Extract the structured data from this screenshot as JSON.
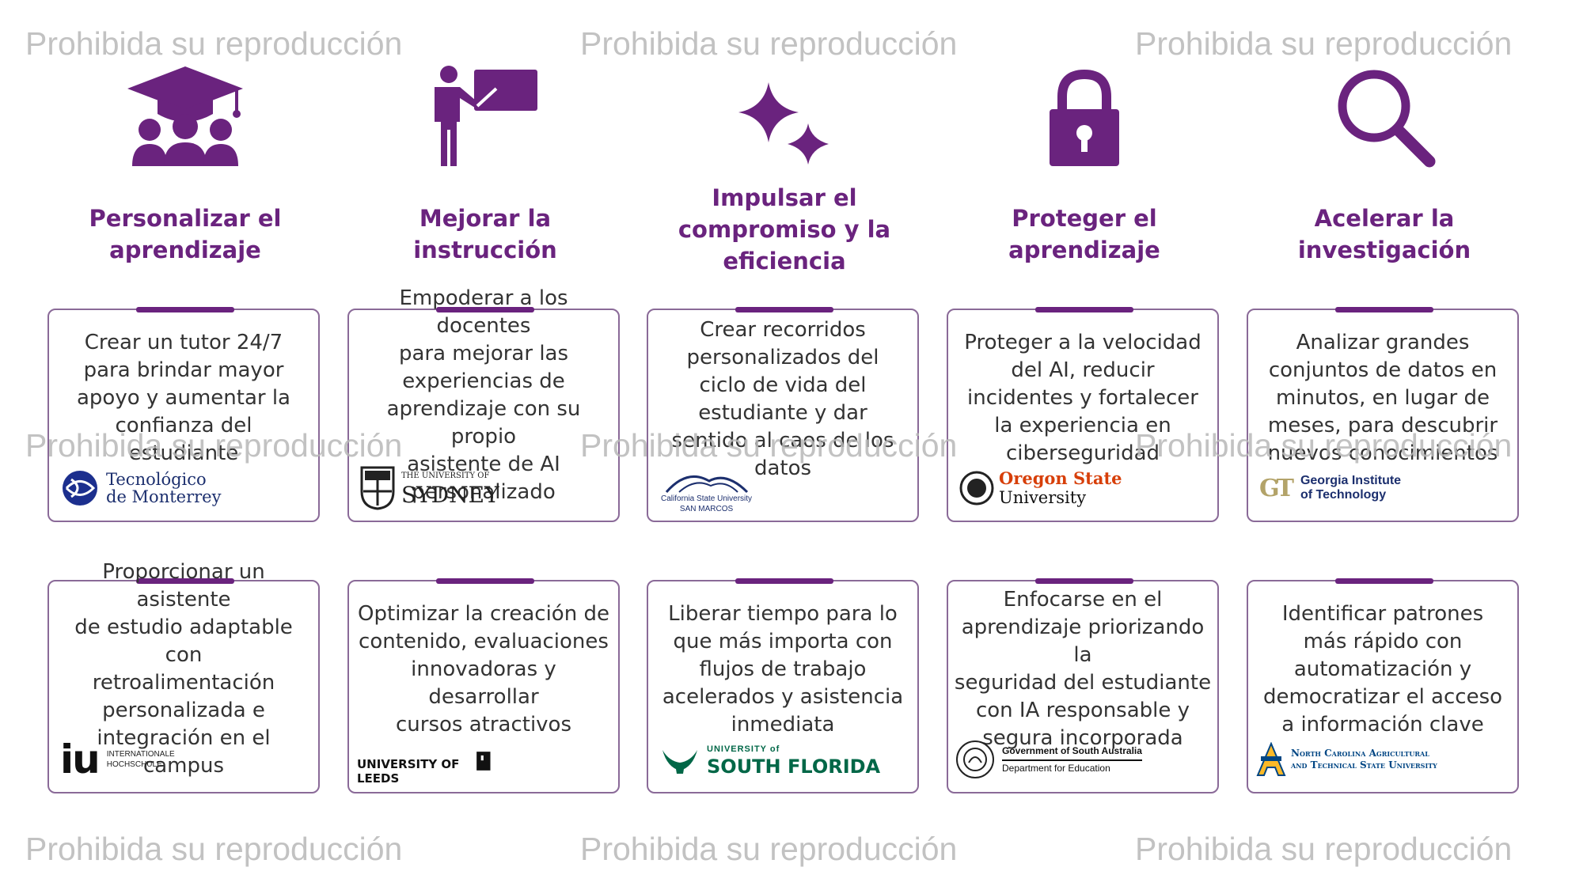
{
  "watermark": "Prohibida su reproducción",
  "accent_color": "#6a237e",
  "columns": [
    {
      "icon": "graduation-group-icon",
      "heading": "Personalizar el\naprendizaje",
      "cards": [
        {
          "text": "Crear un tutor 24/7\npara brindar mayor\napoyo y aumentar la\nconfianza del\nestudiante",
          "logo": {
            "line1": "Tecnológico",
            "line2": "de Monterrey"
          }
        },
        {
          "text": "Proporcionar un asistente\nde estudio adaptable con\nretroalimentación\npersonalizada e\nintegración en el campus",
          "logo": {
            "mark": "iu",
            "line1": "INTERNATIONALE",
            "line2": "HOCHSCHULE"
          }
        }
      ]
    },
    {
      "icon": "presenter-icon",
      "heading": "Mejorar la instrucción",
      "cards": [
        {
          "text": "Empoderar a los docentes\npara mejorar las\nexperiencias de\naprendizaje con su propio\nasistente de AI\npersonalizado",
          "logo": {
            "line1": "THE UNIVERSITY OF",
            "line2": "SYDNEY"
          }
        },
        {
          "text": "Optimizar la creación de\ncontenido, evaluaciones\ninnovadoras y desarrollar\ncursos atractivos",
          "logo": {
            "line1": "UNIVERSITY OF LEEDS"
          }
        }
      ]
    },
    {
      "icon": "sparkle-icon",
      "heading": "Impulsar el\ncompromiso y la\neficiencia",
      "cards": [
        {
          "text": "Crear recorridos\npersonalizados del\nciclo de vida del\nestudiante y dar\nsentido al caos de los\ndatos",
          "logo": {
            "line1": "California State University",
            "line2": "SAN MARCOS"
          }
        },
        {
          "text": "Liberar tiempo para lo\nque más importa con\nflujos de trabajo\nacelerados y asistencia\ninmediata",
          "logo": {
            "line1": "UNIVERSITY of",
            "line2": "SOUTH FLORIDA"
          }
        }
      ]
    },
    {
      "icon": "padlock-icon",
      "heading": "Proteger el\naprendizaje",
      "cards": [
        {
          "text": "Proteger a la velocidad\ndel AI, reducir\nincidentes y fortalecer\nla experiencia en\nciberseguridad",
          "logo": {
            "line1": "Oregon State",
            "line2": "University"
          }
        },
        {
          "text": "Enfocarse en el\naprendizaje priorizando la\nseguridad del estudiante\ncon IA responsable y\nsegura incorporada",
          "logo": {
            "line1": "Government of South Australia",
            "line2": "Department for Education"
          }
        }
      ]
    },
    {
      "icon": "magnifier-icon",
      "heading": "Acelerar la\ninvestigación",
      "cards": [
        {
          "text": "Analizar grandes\nconjuntos de datos en\nminutos, en lugar de\nmeses, para descubrir\nnuevos conocimientos",
          "logo": {
            "mark": "GT",
            "line1": "Georgia Institute",
            "line2": "of Technology"
          }
        },
        {
          "text": "Identificar patrones\nmás rápido con\nautomatización y\ndemocratizar el acceso\na información clave",
          "logo": {
            "line1": "North Carolina Agricultural",
            "line2": "and Technical State University"
          }
        }
      ]
    }
  ]
}
